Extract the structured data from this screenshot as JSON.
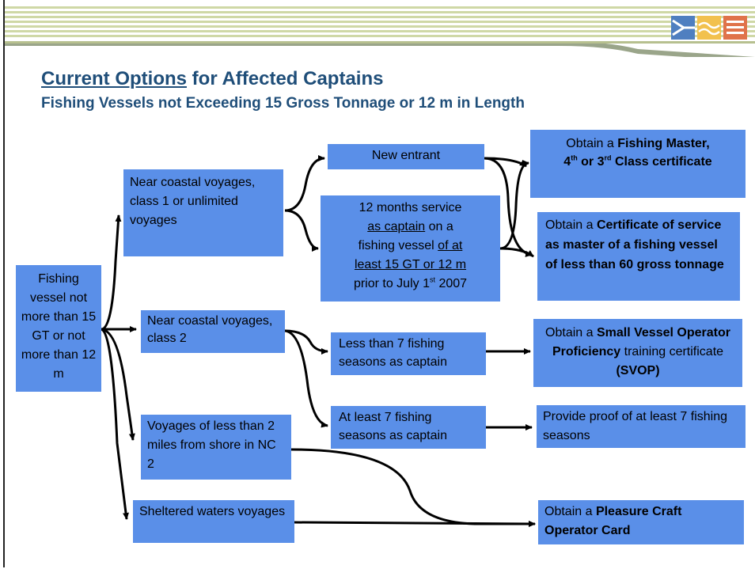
{
  "title": {
    "underlined": "Current Options",
    "rest": " for Affected Captains"
  },
  "subtitle": "Fishing Vessels not Exceeding 15 Gross Tonnage or 12 m in Length",
  "colors": {
    "box": "#5a8fe8",
    "title": "#1f4e79"
  },
  "logo": "flag-logo",
  "nodes": {
    "root": "Fishing vessel not more than 15 GT or not more than 12 m",
    "near_coastal_1": "Near coastal voyages, class 1 or unlimited voyages",
    "near_coastal_2": "Near coastal voyages, class 2",
    "less_than_2_miles": "Voyages of less than 2 miles from shore in NC 2",
    "sheltered": "Sheltered waters voyages",
    "new_entrant": "New entrant",
    "service": {
      "l1": "12 months service",
      "l2_u": "as captain",
      "l2_rest": " on a",
      "l3_a": "fishing vessel ",
      "l3_u": "of at",
      "l4_u": "least 15 GT or 12 m",
      "l5_a": "prior to July 1",
      "l5_sup": "st",
      "l5_b": " 2007"
    },
    "less_than_7": "Less than 7 fishing seasons as captain",
    "at_least_7": "At least 7 fishing seasons as captain",
    "fishing_master": {
      "pre": "Obtain a ",
      "bold": "Fishing Master,",
      "n4": "4",
      "sup1": "th",
      "or": " or 3",
      "sup2": "rd",
      "tail": " Class certificate"
    },
    "cert_service": {
      "pre": "Obtain a ",
      "bold": "Certificate of service as master of a fishing vessel of less than 60 gross tonnage"
    },
    "svop": {
      "pre": "Obtain a ",
      "bold1": "Small Vessel Operator Proficiency",
      "mid": " training certificate ",
      "bold2": "(SVOP)"
    },
    "proof": "Provide proof of at least 7 fishing seasons",
    "pcoc": {
      "pre": "Obtain a ",
      "bold": "Pleasure Craft Operator Card"
    }
  }
}
